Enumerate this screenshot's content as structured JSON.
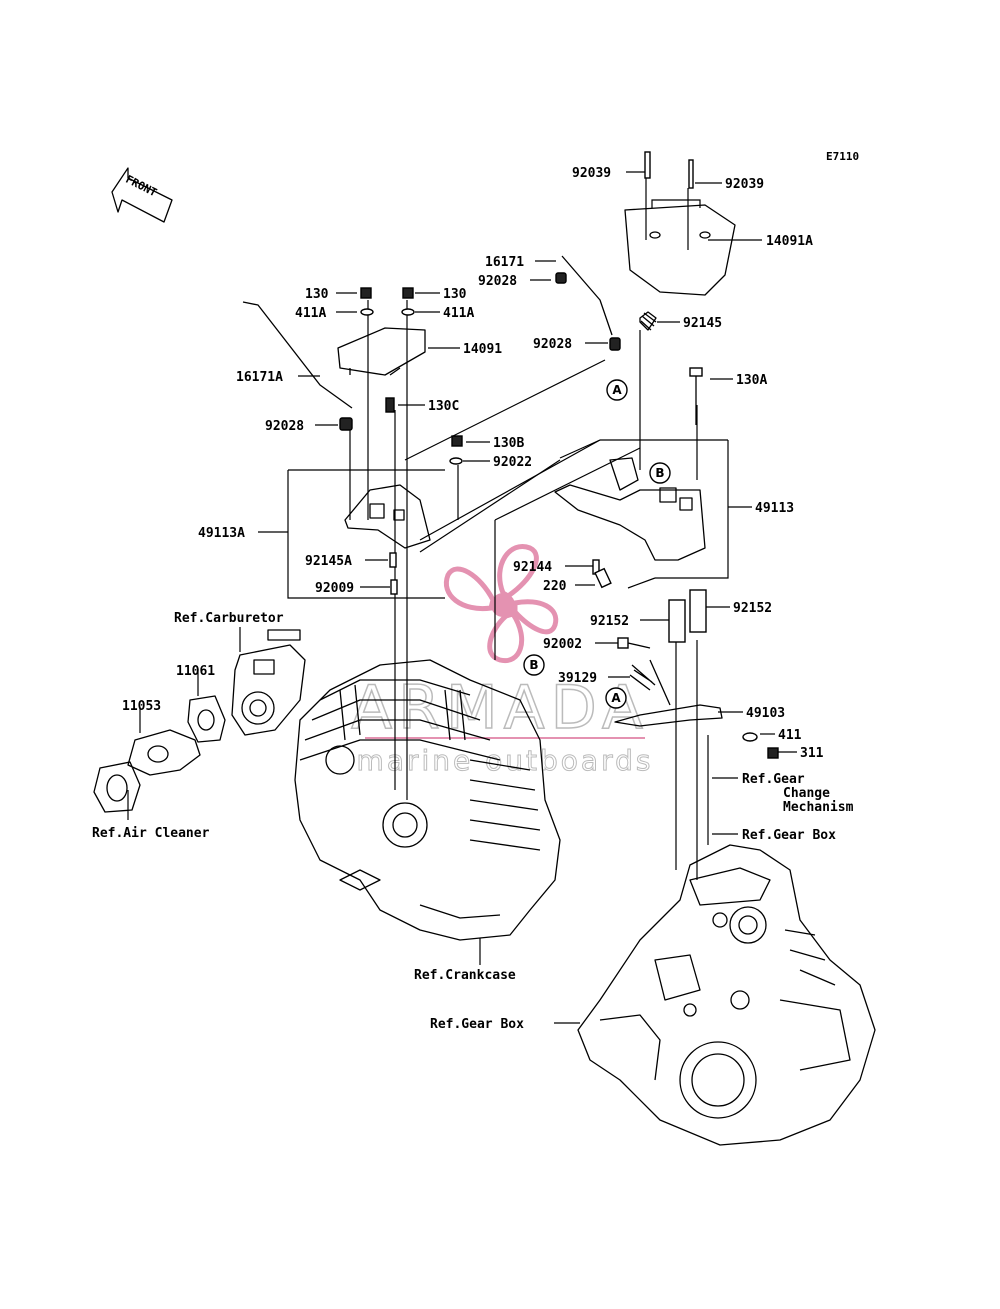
{
  "diagram_code": "E7110",
  "front_label": "FRONT",
  "watermark": {
    "brand": "ARMADA",
    "tagline": "marine outboards",
    "color": "#e07fa4"
  },
  "callouts": {
    "A": "A",
    "B": "B"
  },
  "parts": {
    "p92039_l": "92039",
    "p92039_r": "92039",
    "p14091A": "14091A",
    "p16171": "16171",
    "p92028_top": "92028",
    "p92145": "92145",
    "p92028_mid": "92028",
    "p130_l": "130",
    "p130_r": "130",
    "p411A_l": "411A",
    "p411A_r": "411A",
    "p14091": "14091",
    "p16171A": "16171A",
    "p130C": "130C",
    "p130A": "130A",
    "p92028_left": "92028",
    "p130B": "130B",
    "p92022": "92022",
    "p49113": "49113",
    "p49113A": "49113A",
    "p92145A": "92145A",
    "p92144": "92144",
    "p220": "220",
    "p92009": "92009",
    "p92152_l": "92152",
    "p92152_r": "92152",
    "p92002": "92002",
    "p39129": "39129",
    "p49103": "49103",
    "p411": "411",
    "p311": "311",
    "p11061": "11061",
    "p11053": "11053"
  },
  "references": {
    "carburetor": "Ref.Carburetor",
    "air_cleaner": "Ref.Air Cleaner",
    "gear_change_1": "Ref.Gear",
    "gear_change_2": "Change",
    "gear_change_3": "Mechanism",
    "gear_box_right": "Ref.Gear Box",
    "crankcase": "Ref.Crankcase",
    "gear_box_bottom": "Ref.Gear Box"
  }
}
